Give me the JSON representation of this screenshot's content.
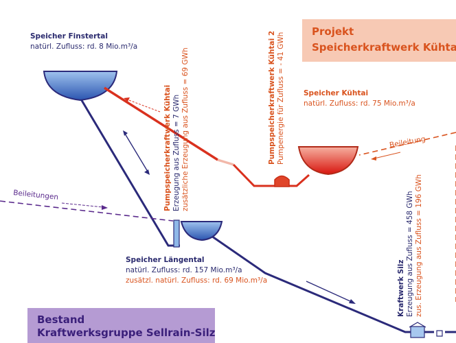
{
  "project": {
    "line1": "Projekt",
    "line2": "Speicherkraftwerk Kühtai"
  },
  "bestand": {
    "line1": "Bestand",
    "line2": "Kraftwerksgruppe Sellrain-Silz"
  },
  "finstertal": {
    "name": "Speicher Finstertal",
    "inflow": "natürl. Zufluss: rd. 8 Mio.m³/a"
  },
  "kuehtai": {
    "name": "Speicher Kühtai",
    "inflow": "natürl. Zufluss: rd. 75 Mio.m³/a"
  },
  "laengental": {
    "name": "Speicher Längental",
    "inflow": "natürl. Zufluss: rd. 157 Mio.m³/a",
    "extra": "zusätzl. natürl. Zufluss: rd. 69 Mio.m³/a"
  },
  "psw_kuehtai": {
    "name": "Pumpspeicherkraftwerk Kühtai",
    "gen": "Erzeugung aus Zufluss = 7 GWh",
    "extra": "zusätzliche Erzeugung aus Zufluss = 69 GWh"
  },
  "psw_kuehtai2": {
    "name": "Pumpspeicherkraftwerk Kühtai 2",
    "pump": "Pumpenergie für Zufluss = - 41 GWh"
  },
  "silz": {
    "name": "Kraftwerk Silz",
    "gen": "Erzeugung aus Zufluss = 458 GWh",
    "extra": "zus. Erzeugung aus Zufluss = 196 GWh"
  },
  "beileitung_label": "Beileitung",
  "beileitungen_label": "Beileitungen",
  "colors": {
    "blue": "#2b2a7a",
    "red": "#d9311e",
    "orange": "#d9531e",
    "water_blue": "#3f6fc4",
    "water_red": "#e0201a",
    "box_projekt": "#f7c9b4",
    "box_bestand": "#b59bd3"
  }
}
